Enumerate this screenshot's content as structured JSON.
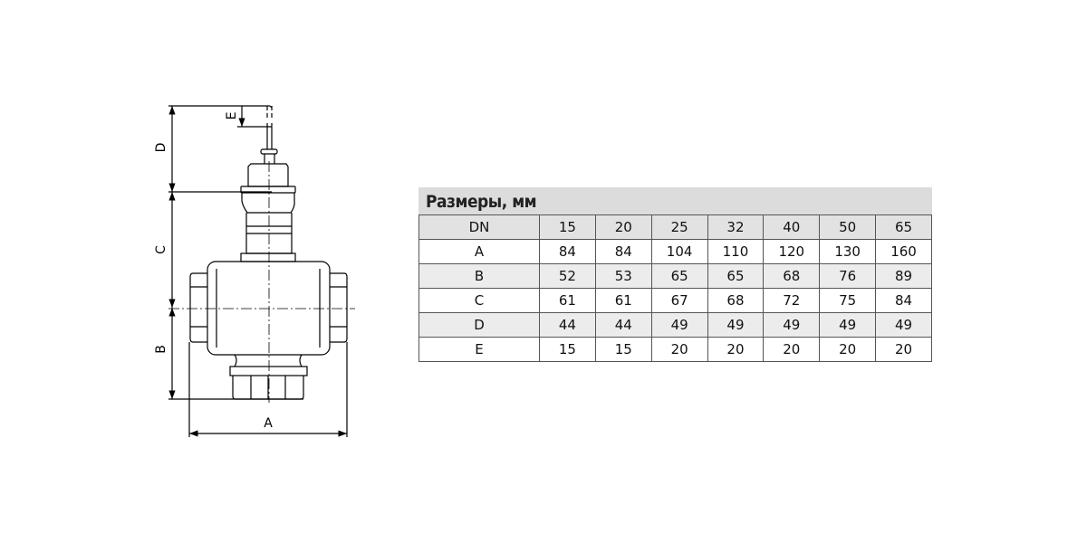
{
  "drawing": {
    "labels": {
      "A": "A",
      "B": "B",
      "C": "C",
      "D": "D",
      "E": "E"
    }
  },
  "table": {
    "title": "Размеры, мм",
    "header": [
      "DN",
      "15",
      "20",
      "25",
      "32",
      "40",
      "50",
      "65"
    ],
    "rows": [
      [
        "A",
        "84",
        "84",
        "104",
        "110",
        "120",
        "130",
        "160"
      ],
      [
        "B",
        "52",
        "53",
        "65",
        "65",
        "68",
        "76",
        "89"
      ],
      [
        "C",
        "61",
        "61",
        "67",
        "68",
        "72",
        "75",
        "84"
      ],
      [
        "D",
        "44",
        "44",
        "49",
        "49",
        "49",
        "49",
        "49"
      ],
      [
        "E",
        "15",
        "15",
        "20",
        "20",
        "20",
        "20",
        "20"
      ]
    ]
  }
}
